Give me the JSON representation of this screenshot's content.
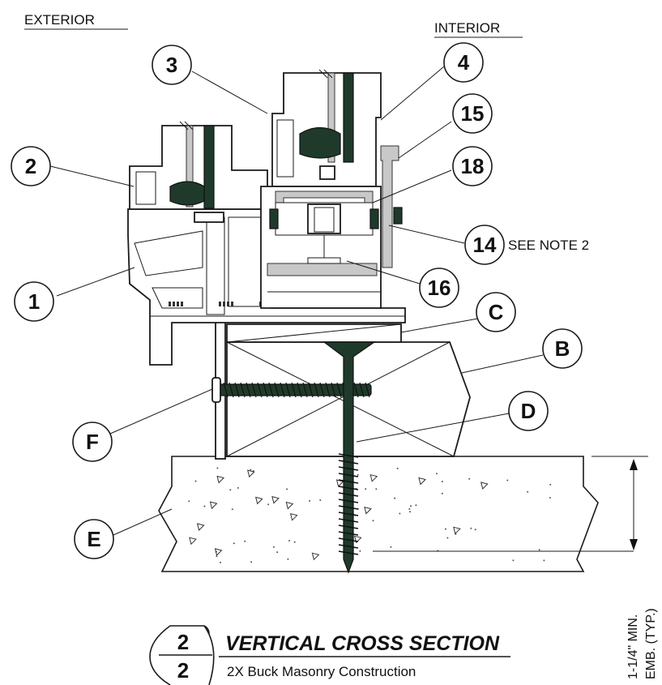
{
  "headings": {
    "exterior": "EXTERIOR",
    "interior": "INTERIOR"
  },
  "callouts": [
    {
      "id": "c1",
      "text": "1"
    },
    {
      "id": "c2",
      "text": "2"
    },
    {
      "id": "c3",
      "text": "3"
    },
    {
      "id": "c4",
      "text": "4"
    },
    {
      "id": "c15",
      "text": "15"
    },
    {
      "id": "c18",
      "text": "18"
    },
    {
      "id": "c14",
      "text": "14"
    },
    {
      "id": "c16",
      "text": "16"
    },
    {
      "id": "cC",
      "text": "C"
    },
    {
      "id": "cB",
      "text": "B"
    },
    {
      "id": "cD",
      "text": "D"
    },
    {
      "id": "cF",
      "text": "F"
    },
    {
      "id": "cE",
      "text": "E"
    }
  ],
  "notes": {
    "see_note": "SEE NOTE 2"
  },
  "dimension": {
    "line1": "1-1/4\" MIN.",
    "line2": "EMB. (TYP.)"
  },
  "title_block": {
    "detail_number": "2",
    "sheet_number": "2",
    "title": "VERTICAL CROSS SECTION",
    "subtitle": "2X Buck Masonry Construction"
  }
}
